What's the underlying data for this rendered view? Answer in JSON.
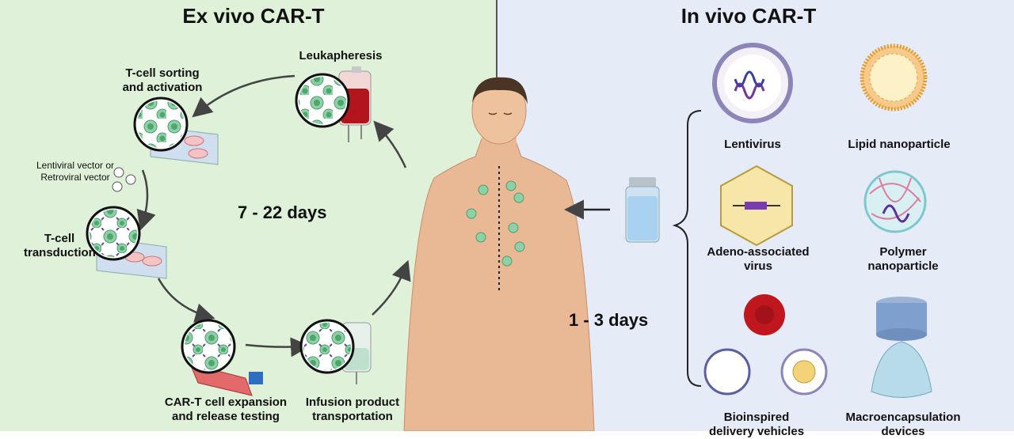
{
  "ex_vivo": {
    "title": "Ex vivo CAR-T",
    "duration": "7 - 22 days",
    "steps": {
      "leukapheresis": "Leukapheresis",
      "sorting": "T-cell sorting\nand activation",
      "vector_note": "Lentiviral vector or\nRetroviral vector",
      "transduction": "T-cell\ntransduction",
      "expansion": "CAR-T cell expansion\nand release testing",
      "infusion": "Infusion product\ntransportation"
    }
  },
  "in_vivo": {
    "title": "In vivo CAR-T",
    "duration": "1 - 3 days",
    "vehicles": {
      "lentivirus": "Lentivirus",
      "lipid": "Lipid nanoparticle",
      "aav": "Adeno-associated\nvirus",
      "polymer": "Polymer\nnanoparticle",
      "bioinspired": "Bioinspired\ndelivery vehicles",
      "macro": "Macroencapsulation\ndevices"
    }
  },
  "colors": {
    "left_bg": "#dff1d8",
    "right_bg": "#e6ebf8",
    "cell_green": "#6fc28e",
    "blood_red": "#b3151c",
    "skin": "#e9b894"
  }
}
